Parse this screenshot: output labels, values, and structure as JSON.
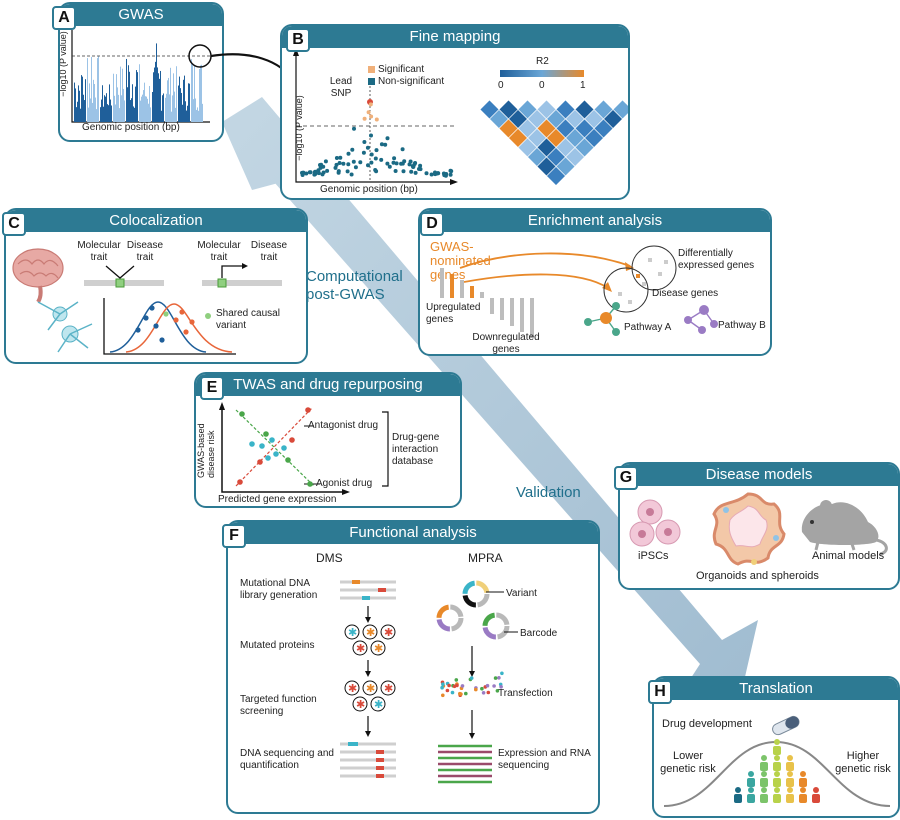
{
  "panels": {
    "A": {
      "letter": "A",
      "title": "GWAS",
      "ylabel": "−log10 (P value)",
      "xlabel": "Genomic position (bp)"
    },
    "B": {
      "letter": "B",
      "title": "Fine mapping",
      "legend_sig": "Significant",
      "legend_nonsig": "Non-significant",
      "lead_snp": "Lead SNP",
      "r2_label": "R2",
      "r2_ticks": [
        "0",
        "0",
        "1"
      ],
      "ylabel": "−log10 (P value)",
      "xlabel": "Genomic position (bp)"
    },
    "C": {
      "letter": "C",
      "title": "Colocalization",
      "molecular_trait": "Molecular trait",
      "disease_trait": "Disease trait",
      "shared_causal": "Shared causal variant"
    },
    "D": {
      "letter": "D",
      "title": "Enrichment analysis",
      "gwas_genes": "GWAS-nominated genes",
      "upregulated": "Upregulated genes",
      "downregulated": "Downregulated genes",
      "diff_expressed": "Differentially expressed genes",
      "disease_genes": "Disease genes",
      "pathway_a": "Pathway A",
      "pathway_b": "Pathway B"
    },
    "E": {
      "letter": "E",
      "title": "TWAS and drug repurposing",
      "ylabel": "GWAS-based disease risk",
      "xlabel": "Predicted gene expression",
      "antagonist": "Antagonist drug",
      "agonist": "Agonist drug",
      "database": "Drug-gene interaction database"
    },
    "F": {
      "letter": "F",
      "title": "Functional analysis",
      "dms": "DMS",
      "mpra": "MPRA",
      "step1": "Mutational DNA library generation",
      "step2": "Mutated proteins",
      "step3": "Targeted function screening",
      "step4": "DNA sequencing and quantification",
      "variant": "Variant",
      "barcode": "Barcode",
      "transfection": "Transfection",
      "expression": "Expression and RNA sequencing"
    },
    "G": {
      "letter": "G",
      "title": "Disease models",
      "ipscs": "iPSCs",
      "organoids": "Organoids and spheroids",
      "animal": "Animal models"
    },
    "H": {
      "letter": "H",
      "title": "Translation",
      "drug_dev": "Drug development",
      "lower": "Lower genetic risk",
      "higher": "Higher genetic risk"
    }
  },
  "flow": {
    "computational": "Computational post-GWAS",
    "validation": "Validation"
  },
  "colors": {
    "panel": "#2d7a93",
    "arrow": "#a9c4d6",
    "orange": "#e8892a",
    "blue": "#1f5f9a",
    "teal_dot": "#1b6a84"
  }
}
